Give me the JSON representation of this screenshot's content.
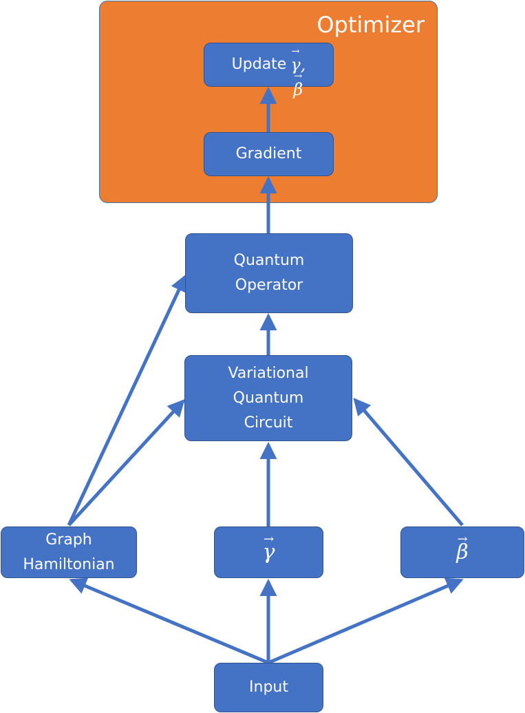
{
  "optimizer": {
    "title": "Optimizer"
  },
  "nodes": {
    "update": {
      "label": "Update",
      "params": [
        "γ",
        "β"
      ],
      "separator": ","
    },
    "gradient": {
      "label": "Gradient"
    },
    "quantum_operator": {
      "label": "Quantum\nOperator"
    },
    "variational_circuit": {
      "label": "Variational\nQuantum\nCircuit"
    },
    "graph_hamiltonian": {
      "label": "Graph\nHamiltonian"
    },
    "gamma": {
      "label": "γ"
    },
    "beta": {
      "label": "β"
    },
    "input": {
      "label": "Input"
    }
  },
  "colors": {
    "node_fill": "#4472C4",
    "node_border": "#2F528F",
    "group_fill": "#ED7D31",
    "arrow": "#4472C4",
    "text": "#ffffff"
  }
}
